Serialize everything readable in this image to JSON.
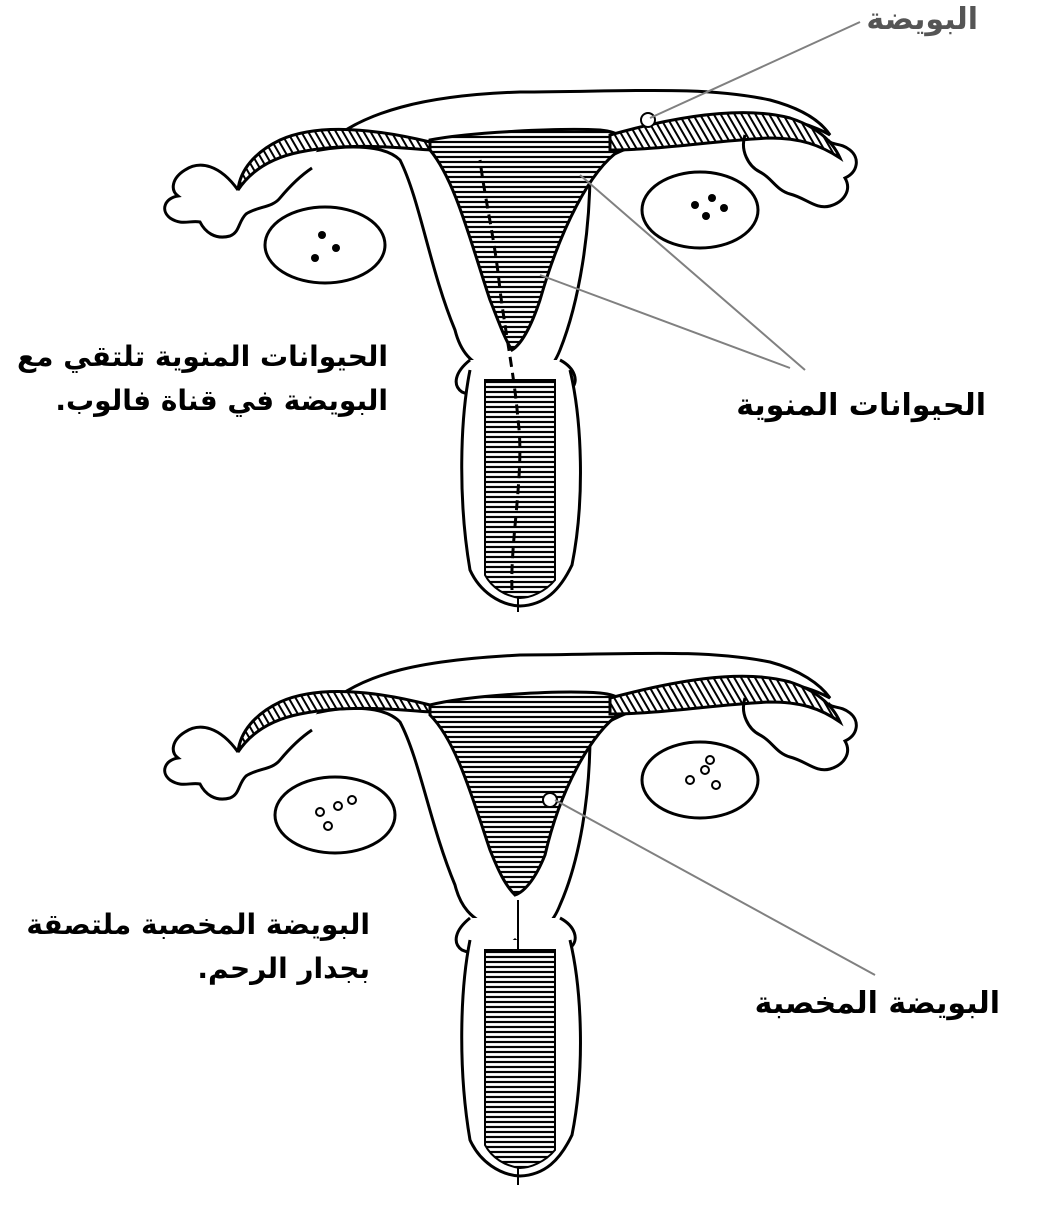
{
  "top_panel": {
    "label_ovum": "البويضة",
    "label_sperm": "الحيوانات المنوية",
    "caption_line1": "الحيوانات المنوية تلتقي مع",
    "caption_line2": "البويضة في قناة فالوب."
  },
  "bottom_panel": {
    "label_fertilized_ovum": "البويضة المخصبة",
    "caption_line1": "البويضة المخصبة ملتصقة",
    "caption_line2": "بجدار الرحم."
  },
  "colors": {
    "line": "#000000",
    "pointer": "#808080",
    "background": "#ffffff"
  }
}
